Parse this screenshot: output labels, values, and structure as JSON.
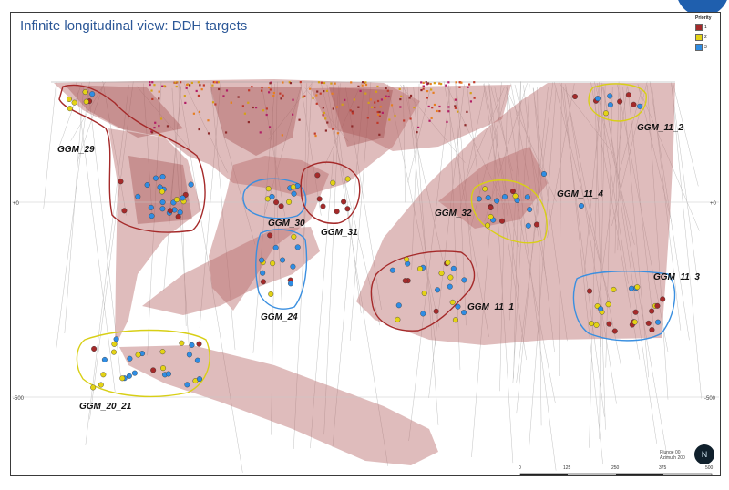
{
  "title": "Infinite longitudinal view: DDH targets",
  "legend": {
    "title": "Priority",
    "items": [
      {
        "label": "1",
        "color": "#a52a2a"
      },
      {
        "label": "2",
        "color": "#e4d315"
      },
      {
        "label": "3",
        "color": "#2f8de4"
      }
    ]
  },
  "colors": {
    "shell": "#b76a6a",
    "priority_1": "#a52a2a",
    "priority_2": "#e4d315",
    "priority_3": "#2f8de4",
    "blue_ring": "#3a8fe0",
    "yellow_ring": "#d8cf16"
  },
  "targets": [
    {
      "label": "GGM_29",
      "priority": "1"
    },
    {
      "label": "GGM_30",
      "priority": "3"
    },
    {
      "label": "GGM_31",
      "priority": "1"
    },
    {
      "label": "GGM_24",
      "priority": "3"
    },
    {
      "label": "GGM_20_21",
      "priority": "2"
    },
    {
      "label": "GGM_32",
      "priority": "2"
    },
    {
      "label": "GGM_11_1",
      "priority": "1"
    },
    {
      "label": "GGM_11_2",
      "priority": "2"
    },
    {
      "label": "GGM_11_4",
      "priority": ""
    },
    {
      "label": "GGM_11_3",
      "priority": "3"
    }
  ],
  "side_labels": {
    "left_upper": "+0",
    "right_upper": "+0",
    "left_lower": "-500",
    "right_lower": "-500"
  },
  "orientation": {
    "plunge": "Plunge 00",
    "azimuth": "Azimuth 200",
    "icon": "north-arrow-icon"
  },
  "scale_bar": {
    "ticks": [
      "0",
      "125",
      "250",
      "375",
      "500"
    ]
  }
}
